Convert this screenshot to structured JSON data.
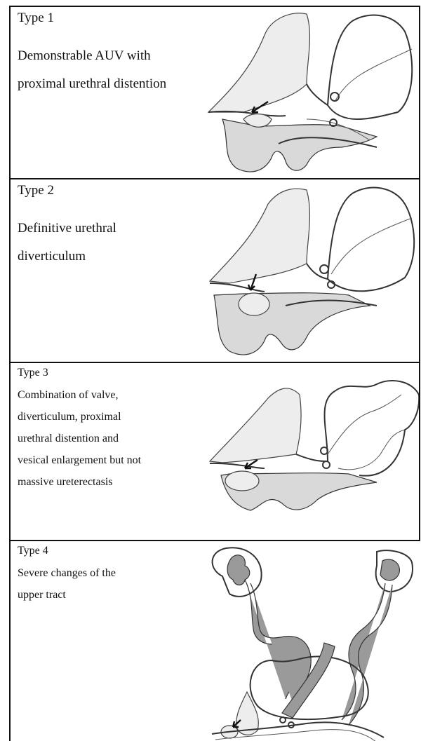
{
  "rows": [
    {
      "label": "Type 1",
      "lines": [
        "Demonstrable AUV with",
        "proximal urethral distention"
      ]
    },
    {
      "label": "Type 2",
      "lines": [
        "Definitive urethral",
        "diverticulum"
      ]
    },
    {
      "label": "Type 3",
      "lines": [
        "Combination of valve,",
        "diverticulum, proximal",
        "urethral distention and",
        "vesical enlargement but not",
        "massive ureterectasis"
      ]
    },
    {
      "label": "Type 4",
      "lines": [
        "Severe changes of the",
        "upper tract"
      ]
    }
  ]
}
